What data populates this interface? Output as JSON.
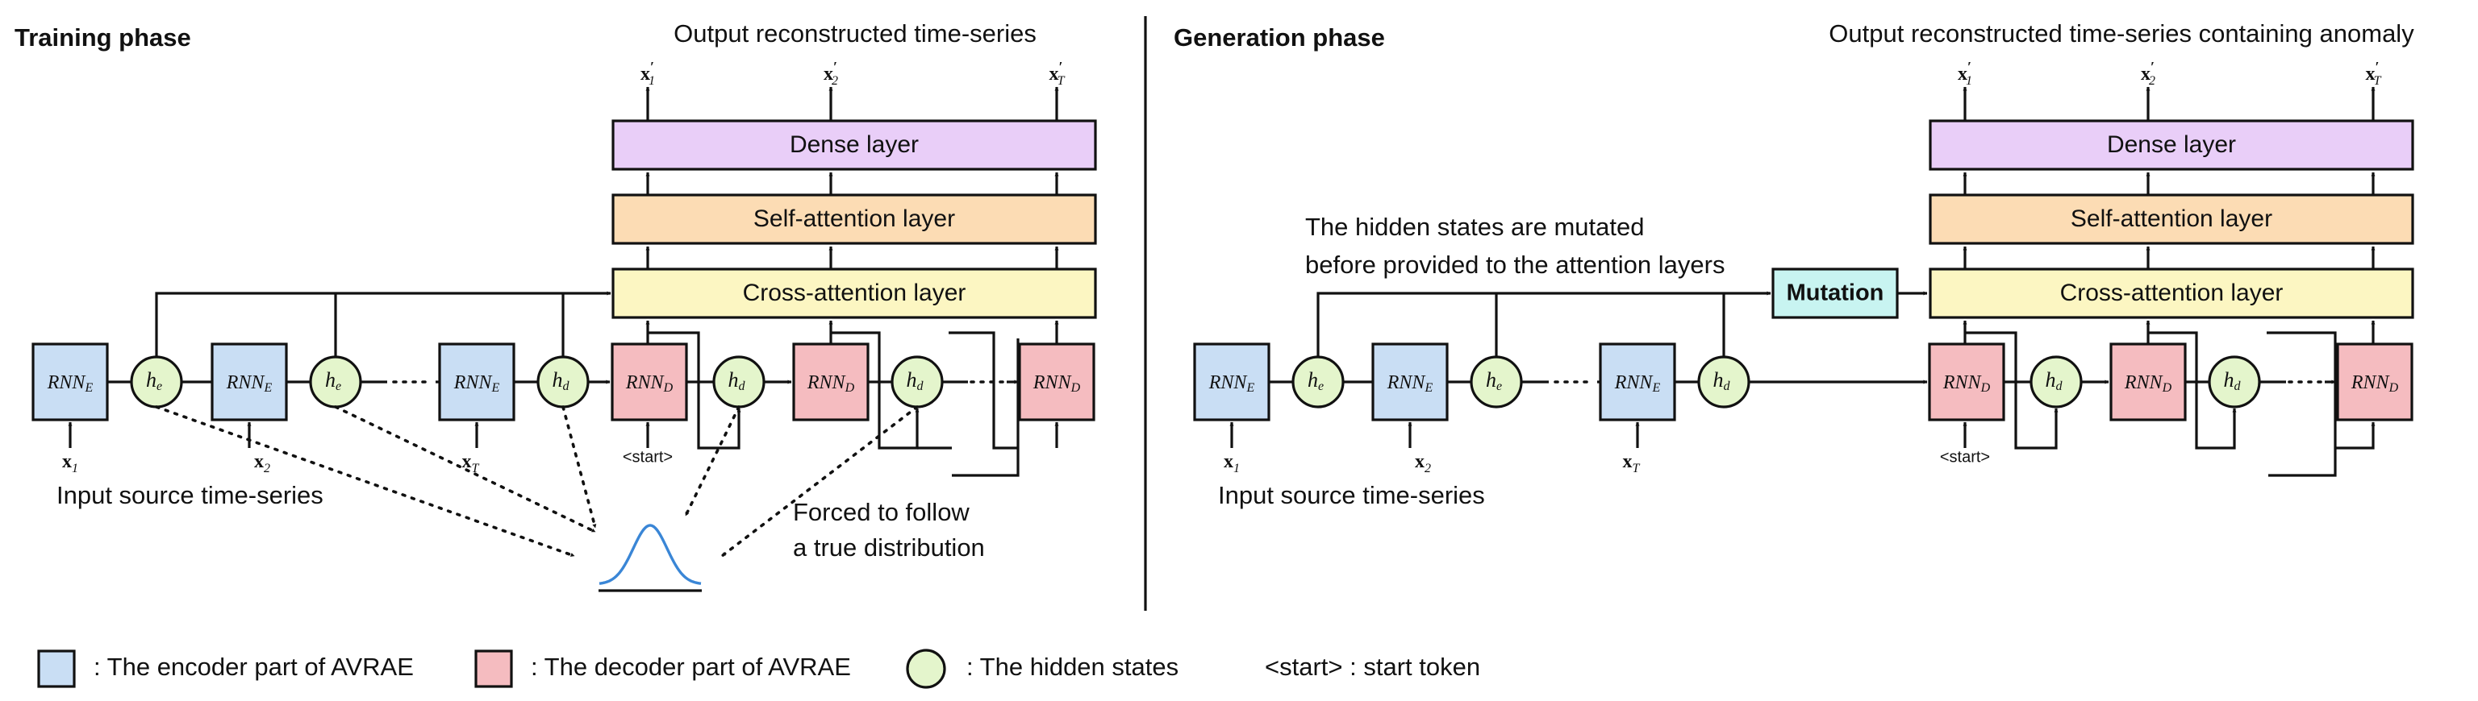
{
  "training": {
    "phase_title": "Training phase",
    "output_title": "Output reconstructed time-series",
    "input_title": "Input source time-series",
    "dense_label": "Dense layer",
    "self_attention_label": "Self-attention layer",
    "cross_attention_label": "Cross-attention layer",
    "forced_line1": "Forced to follow",
    "forced_line2": "a true distribution"
  },
  "generation": {
    "phase_title": "Generation phase",
    "output_title": "Output reconstructed time-series containing anomaly",
    "input_title": "Input source time-series",
    "dense_label": "Dense layer",
    "self_attention_label": "Self-attention layer",
    "cross_attention_label": "Cross-attention layer",
    "mutation_label": "Mutation",
    "mutated_line1": "The hidden states are mutated",
    "mutated_line2": "before provided to the attention layers"
  },
  "blocks": {
    "rnn": "RNN",
    "encoder_sub": "E",
    "decoder_sub": "D",
    "h": "h",
    "h_enc_sub": "e",
    "h_dec_sub": "d",
    "start_token": "<start>"
  },
  "symbols": {
    "x": "x",
    "sub_1": "1",
    "sub_2": "2",
    "sub_T": "T",
    "prime": "′"
  },
  "legend": {
    "encoder": ": The encoder part of AVRAE",
    "decoder": ": The decoder part of AVRAE",
    "hidden": ": The hidden states",
    "start": "<start> : start token"
  },
  "colors": {
    "encoder": "#c9def4",
    "decoder": "#f5bcc0",
    "hidden": "#e4f5cc",
    "dense": "#e9cef8",
    "self_attention": "#fcdcb4",
    "cross_attention": "#fcf6c2",
    "mutation": "#c8f4f1",
    "gaussian": "#3a86d6"
  }
}
